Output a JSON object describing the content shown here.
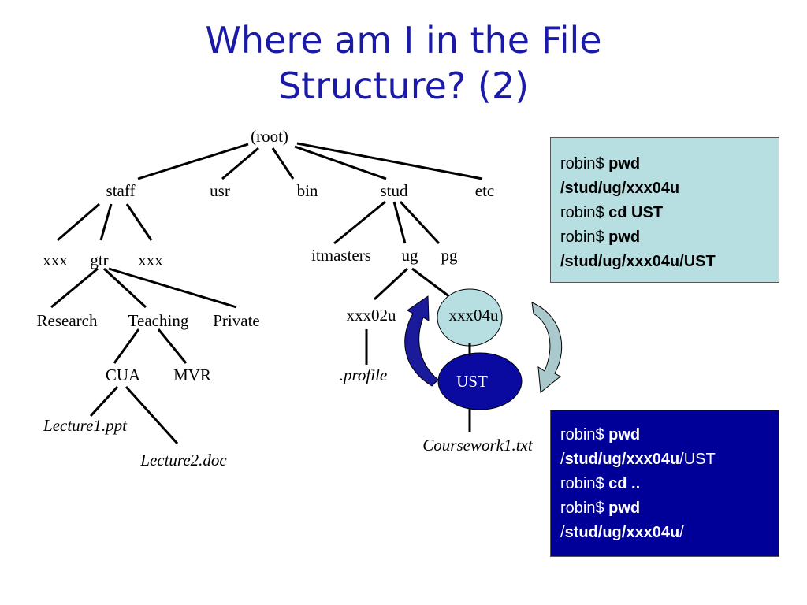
{
  "title": {
    "line1": "Where am I in the File",
    "line2": "Structure? (2)"
  },
  "tree": {
    "root": "(root)",
    "staff": "staff",
    "usr": "usr",
    "bin": "bin",
    "stud": "stud",
    "etc": "etc",
    "xxx_left": "xxx",
    "gtr": "gtr",
    "xxx_right": "xxx",
    "itmasters": "itmasters",
    "ug": "ug",
    "pg": "pg",
    "research": "Research",
    "teaching": "Teaching",
    "private": "Private",
    "xxx02u": "xxx02u",
    "xxx04u": "xxx04u",
    "cua": "CUA",
    "mvr": "MVR",
    "profile": ".profile",
    "ust": "UST",
    "lecture1": "Lecture1.ppt",
    "lecture2": "Lecture2.doc",
    "coursework1": "Coursework1.txt"
  },
  "terminal1": {
    "l1_prompt": "robin$ ",
    "l1_cmd": "pwd",
    "l2_out": "/stud/ug/xxx04u",
    "l3_prompt": "robin$ ",
    "l3_cmd": "cd UST",
    "l4_prompt": "robin$ ",
    "l4_cmd": "pwd",
    "l5_out": "/stud/ug/xxx04u/UST"
  },
  "terminal2": {
    "l1_prompt": "robin$ ",
    "l1_cmd": "pwd",
    "l2_out_slash": "/",
    "l2_out_bold": "stud/ug/xxx04u",
    "l2_out_tail": "/UST",
    "l3_prompt": "robin$ ",
    "l3_cmd": "cd ..",
    "l4_prompt": "robin$ ",
    "l4_cmd": "pwd",
    "l5_out_slash": "/",
    "l5_out_bold": "stud/ug/xxx04u",
    "l5_out_tail": "/"
  },
  "colors": {
    "title": "#1a1aa6",
    "box1_bg": "#b7dfe2",
    "box2_bg": "#000099",
    "xxx04u_fill": "#b7dfe2",
    "ust_fill": "#0a0aa0",
    "arrow_dark": "#1a1a9a",
    "arrow_light": "#a9c9cc"
  },
  "icons": {
    "left_arrow": "curved-arrow-up-icon",
    "right_arrow": "curved-arrow-down-icon"
  }
}
